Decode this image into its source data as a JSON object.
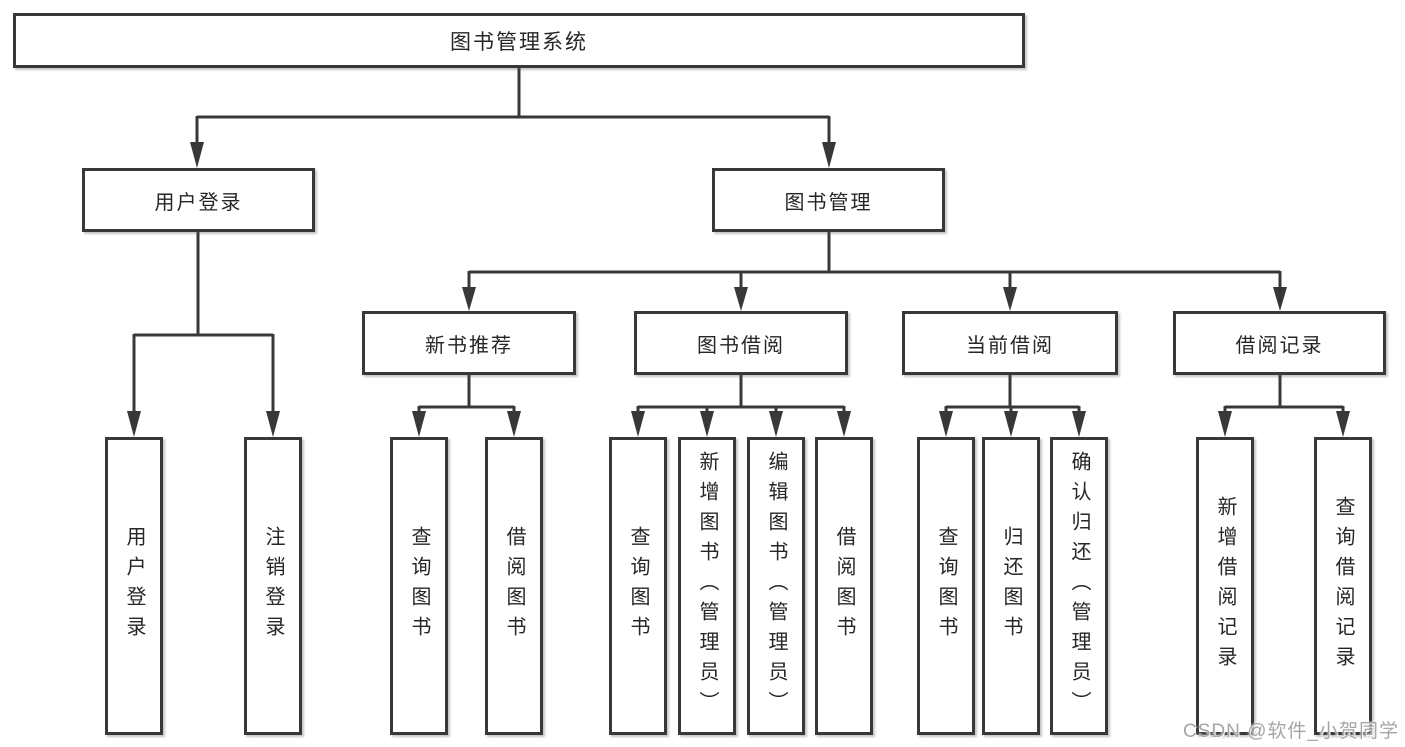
{
  "diagram": {
    "title": "图书管理系统",
    "branches": [
      {
        "label": "用户登录",
        "children": [
          {
            "label": "用户登录"
          },
          {
            "label": "注销登录"
          }
        ]
      },
      {
        "label": "图书管理",
        "children": [
          {
            "label": "新书推荐",
            "children": [
              {
                "label": "查询图书"
              },
              {
                "label": "借阅图书"
              }
            ]
          },
          {
            "label": "图书借阅",
            "children": [
              {
                "label": "查询图书"
              },
              {
                "label": "新增图书（管理员）"
              },
              {
                "label": "编辑图书（管理员）"
              },
              {
                "label": "借阅图书"
              }
            ]
          },
          {
            "label": "当前借阅",
            "children": [
              {
                "label": "查询图书"
              },
              {
                "label": "归还图书"
              },
              {
                "label": "确认归还（管理员）"
              }
            ]
          },
          {
            "label": "借阅记录",
            "children": [
              {
                "label": "新增借阅记录"
              },
              {
                "label": "查询借阅记录"
              }
            ]
          }
        ]
      }
    ]
  },
  "watermark": {
    "text": "CSDN @软件_小贺同学"
  },
  "colors": {
    "box_border": "#383838",
    "connector": "#383838",
    "text": "#262626",
    "watermark": "#a6a6a6",
    "background": "#ffffff"
  }
}
